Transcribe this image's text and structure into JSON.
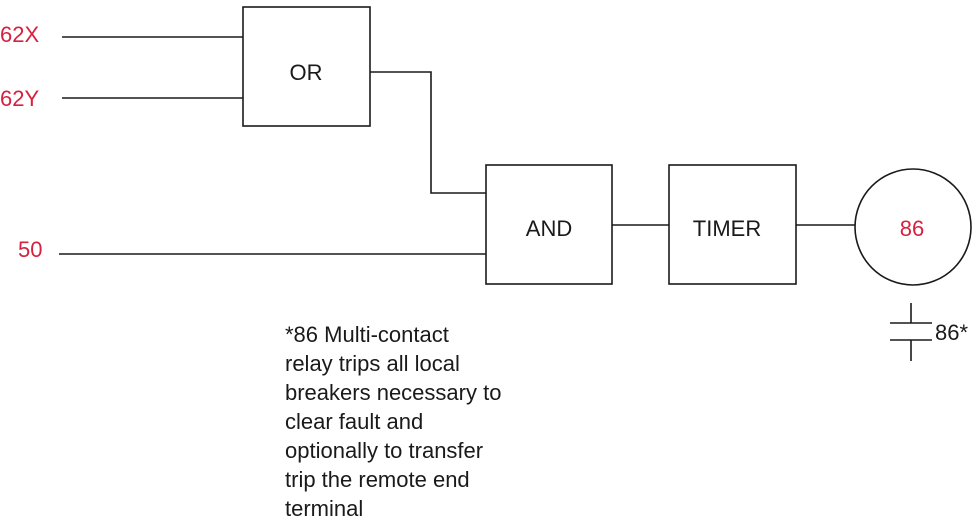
{
  "inputs": {
    "in1": "62X",
    "in2": "62Y",
    "in3": "50"
  },
  "blocks": {
    "or_gate": "OR",
    "and_gate": "AND",
    "timer": "TIMER",
    "relay": "86"
  },
  "contact_label": "86*",
  "note_lines": [
    "*86 Multi-contact",
    "relay trips all local",
    "breakers necessary to",
    "clear fault and",
    "optionally to transfer",
    "trip the remote end",
    "terminal"
  ],
  "colors": {
    "label_red": "#d6213f",
    "line": "#1a1a1a"
  }
}
